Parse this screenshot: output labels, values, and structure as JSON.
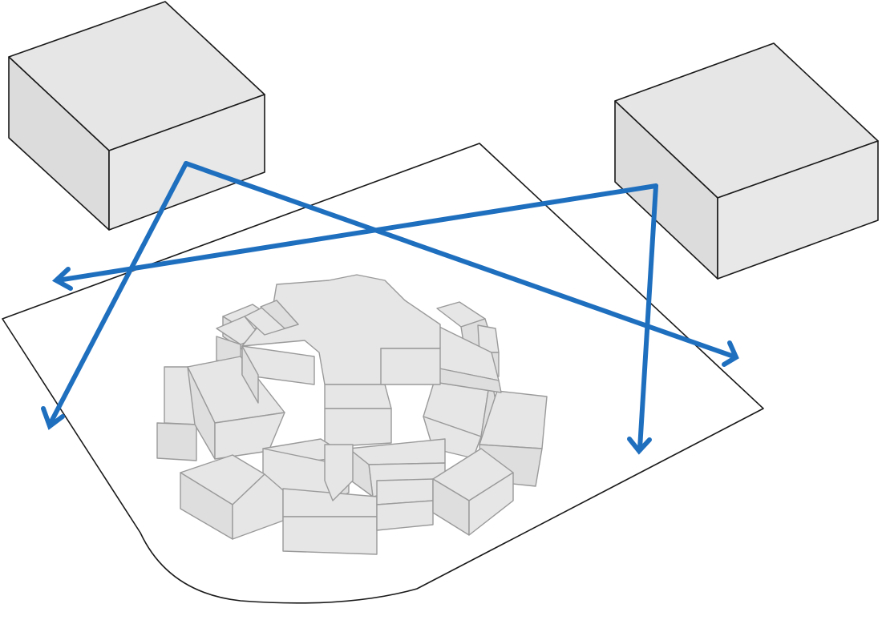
{
  "diagram": {
    "elements": [
      {
        "id": "left-box",
        "kind": "camera-box",
        "label": ""
      },
      {
        "id": "right-box",
        "kind": "camera-box",
        "label": ""
      },
      {
        "id": "workspace",
        "kind": "ground-region",
        "label": ""
      },
      {
        "id": "pile",
        "kind": "object-pile",
        "label": ""
      }
    ],
    "edges": [
      {
        "from": "left-box",
        "to": "pile",
        "style": "arrow"
      },
      {
        "from": "left-box",
        "to": "workspace",
        "style": "arrow"
      },
      {
        "from": "right-box",
        "to": "workspace",
        "style": "arrow"
      },
      {
        "from": "right-box",
        "to": "pile",
        "style": "arrow"
      }
    ]
  },
  "colors": {
    "ray": "#1f6fbf",
    "box_top": "#e6e6e6",
    "box_front": "#e8e8e8",
    "box_side": "#dcdcdc",
    "piece_top": "#e6e6e6",
    "piece_side": "#dedede"
  }
}
